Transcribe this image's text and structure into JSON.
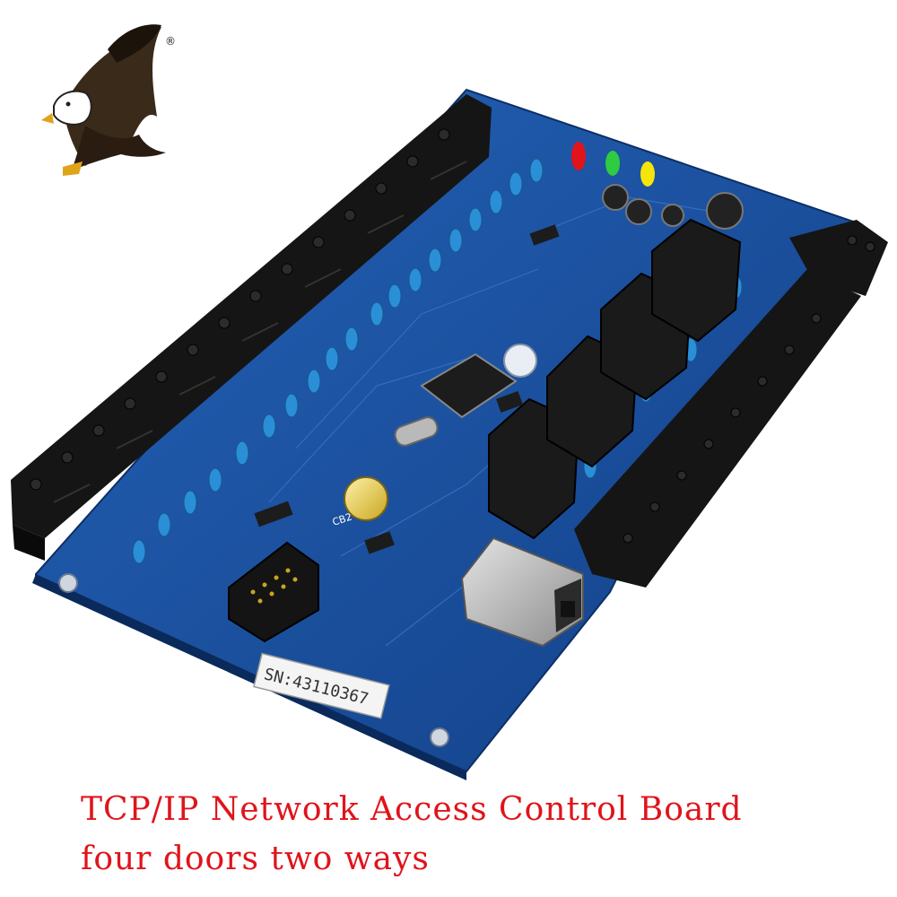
{
  "image": {
    "brand_logo": {
      "icon": "eagle-logo-icon",
      "mark": "®"
    },
    "product": {
      "board_color": "#1e54a8",
      "serial_label": "SN:43110367",
      "silkscreen_battery": "CB2",
      "led_colors": [
        "#e0141b",
        "#2ecc40",
        "#f5e50a"
      ]
    },
    "caption": {
      "line1": "TCP/IP Network Access Control Board",
      "line2": "four doors two ways",
      "color": "#e0141b"
    }
  }
}
